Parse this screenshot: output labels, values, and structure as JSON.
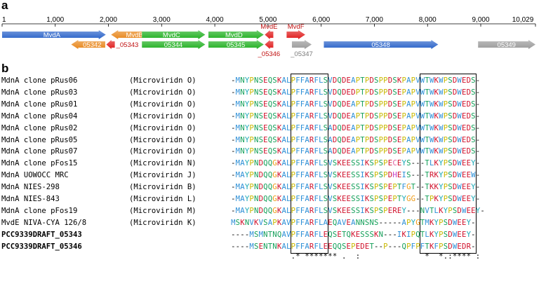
{
  "panels": {
    "a": "a",
    "b": "b"
  },
  "scale": {
    "ticks": [
      {
        "label": "1",
        "pos": 1
      },
      {
        "label": "1,000",
        "pos": 1000
      },
      {
        "label": "2,000",
        "pos": 2000
      },
      {
        "label": "3,000",
        "pos": 3000
      },
      {
        "label": "4,000",
        "pos": 4000
      },
      {
        "label": "5,000",
        "pos": 5000
      },
      {
        "label": "6,000",
        "pos": 6000
      },
      {
        "label": "7,000",
        "pos": 7000
      },
      {
        "label": "8,000",
        "pos": 8000
      },
      {
        "label": "9,000",
        "pos": 9000
      },
      {
        "label": "10,029",
        "pos": 10029
      }
    ],
    "max": 10029
  },
  "genes": [
    {
      "label": "MvdA",
      "start": 1,
      "end": 1950,
      "row": "upper",
      "dir": "fwd",
      "color": "#2a63c9",
      "label_pos": "inside"
    },
    {
      "label": "_05342",
      "start": 1300,
      "end": 1940,
      "row": "lower",
      "dir": "rev",
      "color": "#e8861a",
      "label_pos": "inside"
    },
    {
      "label": "MvdB",
      "start": 2050,
      "end": 2850,
      "row": "upper",
      "dir": "rev",
      "color": "#e8861a",
      "label_pos": "inside"
    },
    {
      "label": "_05343",
      "start": 1960,
      "end": 2120,
      "row": "lower",
      "dir": "rev",
      "color": "#e01b1b",
      "label_pos": "right"
    },
    {
      "label": "MvdC",
      "start": 2630,
      "end": 3820,
      "row": "upper",
      "dir": "fwd",
      "color": "#22b022",
      "label_pos": "inside"
    },
    {
      "label": "_05344",
      "start": 2630,
      "end": 3820,
      "row": "lower",
      "dir": "fwd",
      "color": "#22b022",
      "label_pos": "inside"
    },
    {
      "label": "MvdD",
      "start": 3880,
      "end": 4920,
      "row": "upper",
      "dir": "fwd",
      "color": "#22b022",
      "label_pos": "inside"
    },
    {
      "label": "_05345",
      "start": 3880,
      "end": 4920,
      "row": "lower",
      "dir": "fwd",
      "color": "#22b022",
      "label_pos": "inside"
    },
    {
      "label": "MvdE",
      "start": 4940,
      "end": 5100,
      "row": "upper",
      "dir": "rev",
      "color": "#e01b1b",
      "label_pos": "above"
    },
    {
      "label": "_05346",
      "start": 4940,
      "end": 5100,
      "row": "lower",
      "dir": "rev",
      "color": "#e01b1b",
      "label_pos": "below"
    },
    {
      "label": "MvdF",
      "start": 5350,
      "end": 5700,
      "row": "upper",
      "dir": "fwd",
      "color": "#e01b1b",
      "label_pos": "above"
    },
    {
      "label": "_05347",
      "start": 5450,
      "end": 5820,
      "row": "lower",
      "dir": "fwd",
      "color": "#9a9a9a",
      "label_pos": "below"
    },
    {
      "label": "_05348",
      "start": 6050,
      "end": 8200,
      "row": "mid",
      "dir": "fwd",
      "color": "#2a63c9",
      "label_pos": "inside"
    },
    {
      "label": "_05349",
      "start": 8950,
      "end": 10029,
      "row": "mid",
      "dir": "fwd",
      "color": "#9a9a9a",
      "label_pos": "inside"
    }
  ],
  "alignment": {
    "rows": [
      {
        "name": "MdnA clone pRus06",
        "org": "(Microviridn O)",
        "seq": "-MNYPNSEQSKALPFFARFLSVDQDEAPTPDSPPDSKPAPVWTWKWPSDWEDS-",
        "bold": false
      },
      {
        "name": "MdnA clone pRus03",
        "org": "(Microviridn O)",
        "seq": "-MNYPNSEQSKALPFFARFLSVDQDEDPTPDSPPDSEPAPVWTWKWPSDWEDS-",
        "bold": false
      },
      {
        "name": "MdnA clone pRus01",
        "org": "(Microviridn O)",
        "seq": "-MNYPNSEQSKALPFFARFLSVDQDEAPTPDSPPDSEPAPVWTWKWPSDWEDS-",
        "bold": false
      },
      {
        "name": "MdnA clone pRus04",
        "org": "(Microviridn O)",
        "seq": "-MNYPNSEQSKALPFFARFLSVDQDEAPTPDSPPDSEPAPVWTWKWPSDWEDS-",
        "bold": false
      },
      {
        "name": "MdnA clone pRus02",
        "org": "(Microviridn O)",
        "seq": "-MNYPNSEQSKALPFFARFLSADQDEAPTPDSPPDSEPAPVWTWKWPSDWEDS-",
        "bold": false
      },
      {
        "name": "MdnA clone pRus05",
        "org": "(Microviridn O)",
        "seq": "-MNYPNSEQSKALPFFARFLSADQDEAPTPDSPPDSEPAPVWTWKWPSDWEDS-",
        "bold": false
      },
      {
        "name": "MdnA clone pRus07",
        "org": "(Microviridn O)",
        "seq": "-MNYPNSEQSKALPFFARFLSADQDEAPTPDSPPDSEPAPVWTWKWPSDWEDS-",
        "bold": false
      },
      {
        "name": "MdnA clone pFos15",
        "org": "(Microviridn N)",
        "seq": "-MAYPNDQQGKALPFFARFLSVSKEESSIKSPSPECEYS---TLKYPSDWEEY-",
        "bold": false
      },
      {
        "name": "MdnA UOWOCC MRC",
        "org": "(Microviridn J)",
        "seq": "-MAYPNDQQGKALPFFARFLSVSKEESSIKSPSPDHEIS---TRKYPSDWEEW-",
        "bold": false
      },
      {
        "name": "MdnA NIES-298",
        "org": "(Microviridn B)",
        "seq": "-MAYPNDQQGKALPFFARFLSVSKEESSIKSPSPEPTFGT--TKKYPSDWEEY-",
        "bold": false
      },
      {
        "name": "MdnA NIES-843",
        "org": "(Microviridn L)",
        "seq": "-MAYPNDQQGKALPFFARFLSVSKEESSIKSPSPEPTYGG--TPKYPSDWEEY-",
        "bold": false
      },
      {
        "name": "MdnA clone pFos19",
        "org": "(Microviridn M)",
        "seq": "-MAYPNDQQGKALPFFARFLSVSKEESSIKSPSPEREY---NVTLKYPSDWEEY-",
        "bold": false
      },
      {
        "name": "MvdE NIVA-CYA 126/8",
        "org": "(Microviridn K)",
        "seq": "MSKNVKVSAPKAVPFFARFLAEQAVEANNSNS-----APYGTMKYPSDWEEY-",
        "bold": false
      },
      {
        "name": "PCC9339DRAFT_05343",
        "org": "",
        "seq": "----MSMNTNQAVPFFARFLEQSETQKESSSKN---IKIPQTLKYPSDWEEY-",
        "bold": true
      },
      {
        "name": "PCC9339DRAFT_05346",
        "org": "",
        "seq": "----MSENTNKALPFFARFLEEQQSEPEDET--P---QPFPFTKFPSDWEDR-",
        "bold": true
      }
    ],
    "consensus": "             .* ******* .  :              *  *.:**** :"
  },
  "colors": {
    "hydrophobic": "#2d8fd6",
    "acidic": "#d0112b",
    "basic": "#d0112b",
    "polar": "#15a05a",
    "glycine": "#ee9a13",
    "proline": "#c8b800",
    "aromatic": "#18a7b5",
    "cysteine": "#e05c9e",
    "histidine": "#c43ec8",
    "gap": "#000000"
  }
}
